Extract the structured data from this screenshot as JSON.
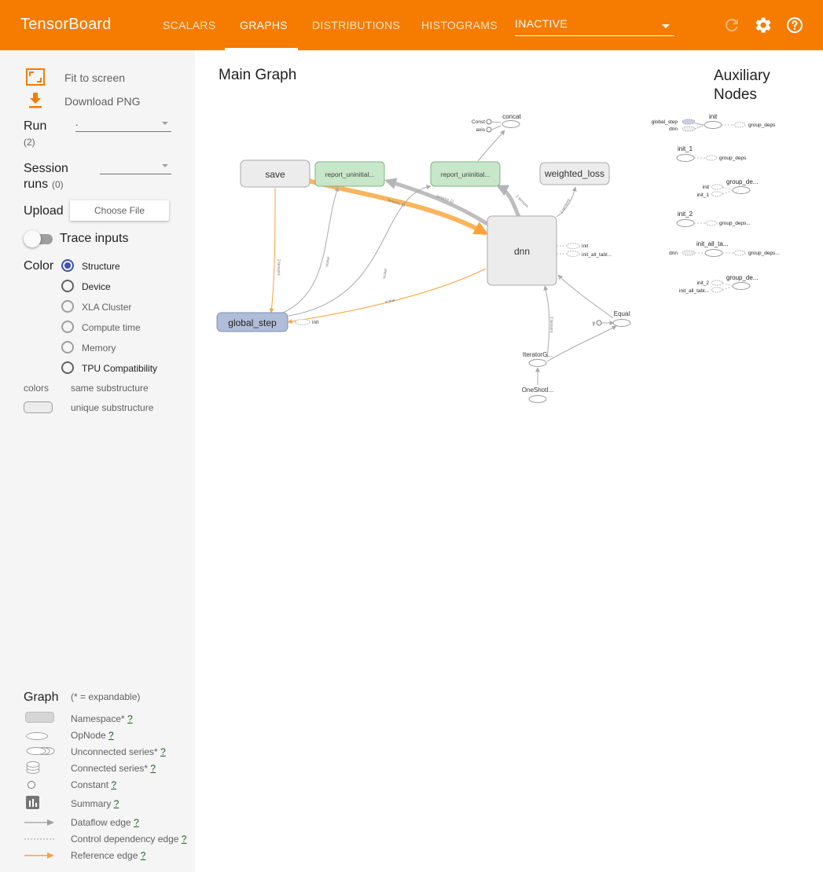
{
  "app": {
    "title": "TensorBoard"
  },
  "tabs": [
    {
      "label": "SCALARS",
      "active": false
    },
    {
      "label": "GRAPHS",
      "active": true
    },
    {
      "label": "DISTRIBUTIONS",
      "active": false
    },
    {
      "label": "HISTOGRAMS",
      "active": false
    }
  ],
  "inactive_dropdown": {
    "value": "INACTIVE"
  },
  "toolbar_icons": [
    "refresh-icon",
    "settings-icon",
    "help-icon"
  ],
  "sidebar": {
    "fit_label": "Fit to screen",
    "download_label": "Download PNG",
    "run_label": "Run",
    "run_count": "(2)",
    "run_value": ".",
    "session_label_1": "Session",
    "session_label_2": "runs",
    "session_count": "(0)",
    "session_value": "",
    "upload_label": "Upload",
    "choose_file_label": "Choose File",
    "trace_label": "Trace inputs",
    "trace_on": false,
    "color_label": "Color",
    "color_options": [
      "Structure",
      "Device",
      "XLA Cluster",
      "Compute time",
      "Memory",
      "TPU Compatibility"
    ],
    "color_selected": "Structure",
    "colors_label": "colors",
    "same_sub_label": "same substructure",
    "unique_sub_label": "unique substructure",
    "graph_label": "Graph",
    "graph_note": "(* = expandable)",
    "legend": {
      "namespace": "Namespace*",
      "opnode": "OpNode",
      "unconnected": "Unconnected series*",
      "connected": "Connected series*",
      "constant": "Constant",
      "summary": "Summary",
      "dataflow": "Dataflow edge",
      "control": "Control dependency edge",
      "reference": "Reference edge",
      "help": "?"
    }
  },
  "main": {
    "title": "Main Graph",
    "aux_title_1": "Auxiliary",
    "aux_title_2": "Nodes",
    "nodes": {
      "save": "save",
      "report1": "report_uninitial...",
      "report2": "report_uninitial...",
      "weighted_loss": "weighted_loss",
      "dnn": "dnn",
      "global_step": "global_step",
      "concat": "concat",
      "const": "Const",
      "axis": "axis",
      "init": "init",
      "init_all_tabl": "init_all_tabl...",
      "equal": "Equal",
      "y": "y",
      "iterator": "IteratorG...",
      "oneshot": "OneShotI..."
    },
    "edge_labels": {
      "save_gs": "2 tensors",
      "dnn_report1": "tensors 11",
      "dnn_report2": "tensors 11",
      "dnn_wl": "2 tensors",
      "gs_r1": "scalar",
      "gs_r2": "scalar",
      "gs_dnn": "scalar",
      "it_dnn": "2 tensors"
    },
    "aux": {
      "init": "init",
      "global_step": "global_step",
      "dnn": "dnn",
      "group_deps": "group_deps",
      "init_1": "init_1",
      "group_deps_2": "group_deps",
      "group_de_1": "group_de...",
      "init_a": "init",
      "init_1b": "init_1",
      "init_2": "init_2",
      "group_deps_3": "group_deps...",
      "init_all_ta": "init_all_ta...",
      "dnn_b": "dnn",
      "group_deps_4": "group_deps...",
      "group_de_2": "group_de...",
      "init_2b": "init_2",
      "init_all_tabl": "init_all_tabl..."
    }
  },
  "colors": {
    "accent": "#f57c00",
    "reference_edge": "#f9a33a",
    "report_node": "#c8e6c9",
    "global_step_node": "#b0bdd9",
    "radio_on": "#3f51b5"
  }
}
